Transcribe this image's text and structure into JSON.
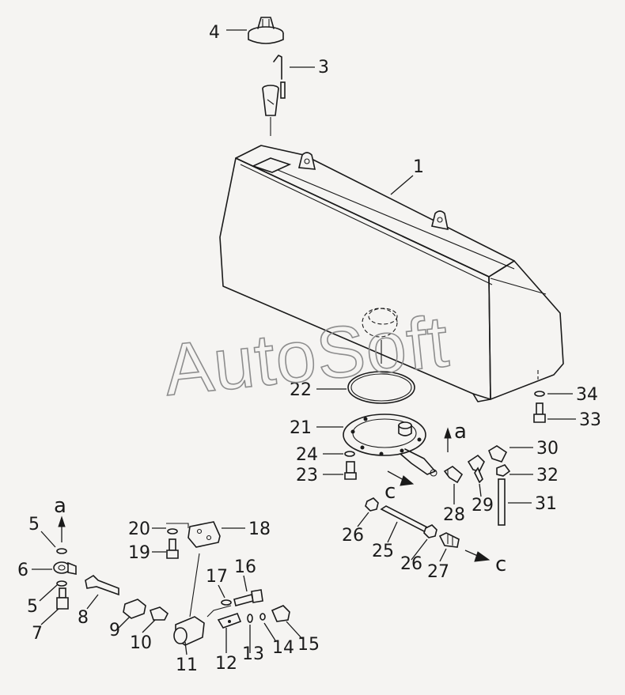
{
  "watermark": "AutoSoft",
  "arrow_labels": {
    "a_top": "a",
    "a_left": "a",
    "c_mid": "c",
    "c_right": "c"
  },
  "callouts": [
    {
      "id": "1",
      "label": "1"
    },
    {
      "id": "3",
      "label": "3"
    },
    {
      "id": "4",
      "label": "4"
    },
    {
      "id": "5a",
      "label": "5"
    },
    {
      "id": "5b",
      "label": "5"
    },
    {
      "id": "6",
      "label": "6"
    },
    {
      "id": "7",
      "label": "7"
    },
    {
      "id": "8",
      "label": "8"
    },
    {
      "id": "9",
      "label": "9"
    },
    {
      "id": "10",
      "label": "10"
    },
    {
      "id": "11",
      "label": "11"
    },
    {
      "id": "12",
      "label": "12"
    },
    {
      "id": "13",
      "label": "13"
    },
    {
      "id": "14",
      "label": "14"
    },
    {
      "id": "15",
      "label": "15"
    },
    {
      "id": "16",
      "label": "16"
    },
    {
      "id": "17",
      "label": "17"
    },
    {
      "id": "18",
      "label": "18"
    },
    {
      "id": "19",
      "label": "19"
    },
    {
      "id": "20",
      "label": "20"
    },
    {
      "id": "21",
      "label": "21"
    },
    {
      "id": "22",
      "label": "22"
    },
    {
      "id": "23",
      "label": "23"
    },
    {
      "id": "24",
      "label": "24"
    },
    {
      "id": "25",
      "label": "25"
    },
    {
      "id": "26a",
      "label": "26"
    },
    {
      "id": "26b",
      "label": "26"
    },
    {
      "id": "27",
      "label": "27"
    },
    {
      "id": "28",
      "label": "28"
    },
    {
      "id": "29",
      "label": "29"
    },
    {
      "id": "30",
      "label": "30"
    },
    {
      "id": "31",
      "label": "31"
    },
    {
      "id": "32",
      "label": "32"
    },
    {
      "id": "33",
      "label": "33"
    },
    {
      "id": "34",
      "label": "34"
    }
  ]
}
